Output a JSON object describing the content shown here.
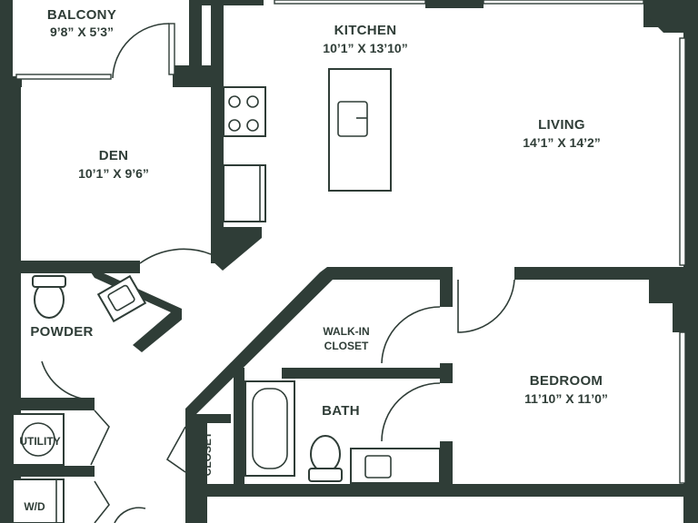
{
  "rooms": {
    "balcony": {
      "name": "BALCONY",
      "dims": "9’8” X 5’3”"
    },
    "kitchen": {
      "name": "KITCHEN",
      "dims": "10’1” X 13’10”"
    },
    "living": {
      "name": "LIVING",
      "dims": "14’1” X 14’2”"
    },
    "den": {
      "name": "DEN",
      "dims": "10’1” X 9’6”"
    },
    "powder": {
      "name": "POWDER"
    },
    "walkin_closet": {
      "name_line1": "WALK-IN",
      "name_line2": "CLOSET"
    },
    "bedroom": {
      "name": "BEDROOM",
      "dims": "11’10” X 11’0”"
    },
    "bath": {
      "name": "BATH"
    },
    "utility": {
      "name": "UTILITY"
    },
    "closet": {
      "name": "CLOSET"
    },
    "wd": {
      "name": "W/D"
    }
  },
  "colors": {
    "wall": "#2f3d37",
    "background": "#ffffff"
  }
}
